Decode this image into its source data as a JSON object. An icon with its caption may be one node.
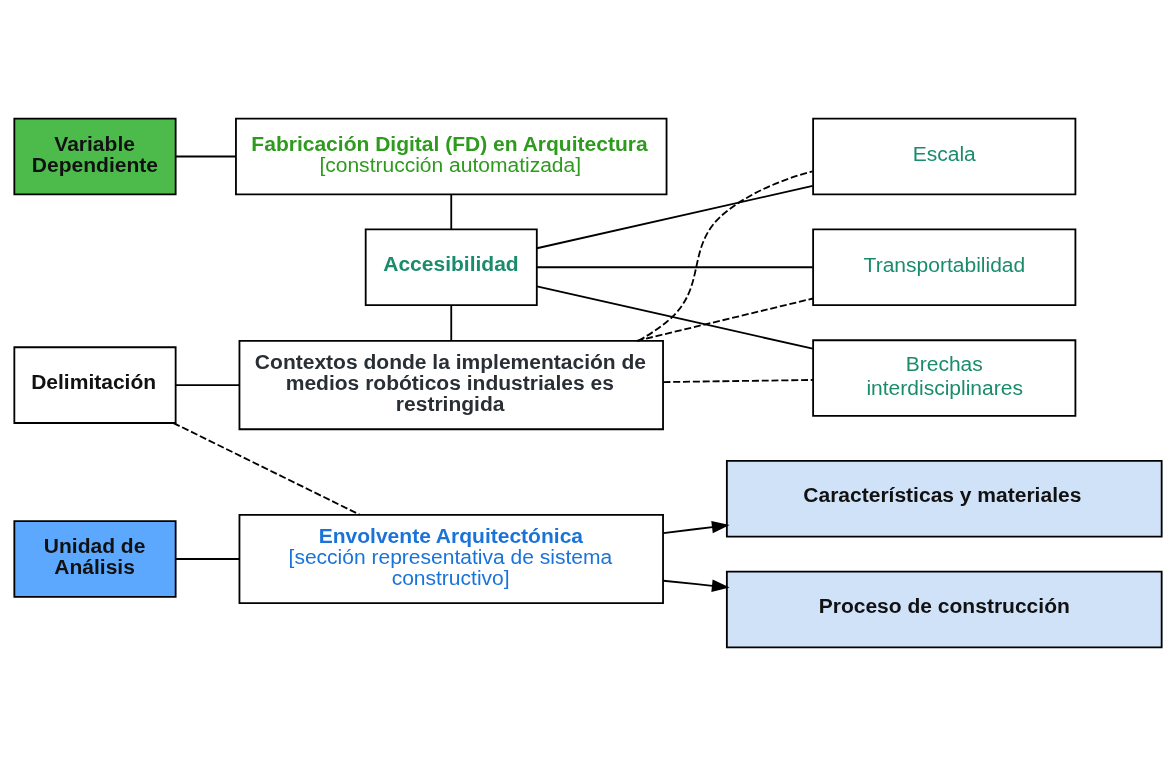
{
  "diagram": {
    "nodes": [
      {
        "text": [
          "Variable Dependiente"
        ]
      },
      {
        "text": [
          "Fabricación Digital (FD) en Arquitectura",
          "[construcción automatizada]"
        ]
      },
      {
        "text": [
          "Escala"
        ]
      },
      {
        "text": [
          "Accesibilidad"
        ]
      },
      {
        "text": [
          "Transportabilidad"
        ]
      },
      {
        "text": [
          "Brechas interdisciplinares"
        ]
      },
      {
        "text": [
          "Delimitación"
        ]
      },
      {
        "text": [
          "Contextos donde la implementación de medios robóticos industriales es restringida"
        ]
      },
      {
        "text": [
          "Unidad de Análisis"
        ]
      },
      {
        "text": [
          "Envolvente Arquitectónica",
          "[sección representativa de sistema constructivo]"
        ]
      },
      {
        "text": [
          "Características y materiales"
        ]
      },
      {
        "text": [
          "Proceso de construcción"
        ]
      }
    ],
    "edges": [
      {
        "from": 0,
        "to": 1,
        "arrow": "none"
      },
      {
        "from": 1,
        "to": 3,
        "arrow": "none"
      },
      {
        "from": 3,
        "to": 2,
        "arrow": "none"
      },
      {
        "from": 3,
        "to": 4,
        "arrow": "none"
      },
      {
        "from": 3,
        "to": 5,
        "arrow": "none"
      },
      {
        "from": 3,
        "to": 7,
        "arrow": "none"
      },
      {
        "from": 7,
        "to": 2,
        "arrow": "none",
        "style": "dashed"
      },
      {
        "from": 7,
        "to": 4,
        "arrow": "none",
        "style": "dashed"
      },
      {
        "from": 7,
        "to": 5,
        "arrow": "none",
        "style": "dashed"
      },
      {
        "from": 6,
        "to": 7,
        "arrow": "none"
      },
      {
        "from": 6,
        "to": 9,
        "arrow": "none",
        "style": "dashed"
      },
      {
        "from": 8,
        "to": 9,
        "arrow": "none"
      },
      {
        "from": 9,
        "to": 10,
        "arrow": "to"
      },
      {
        "from": 9,
        "to": 11,
        "arrow": "to"
      }
    ]
  }
}
